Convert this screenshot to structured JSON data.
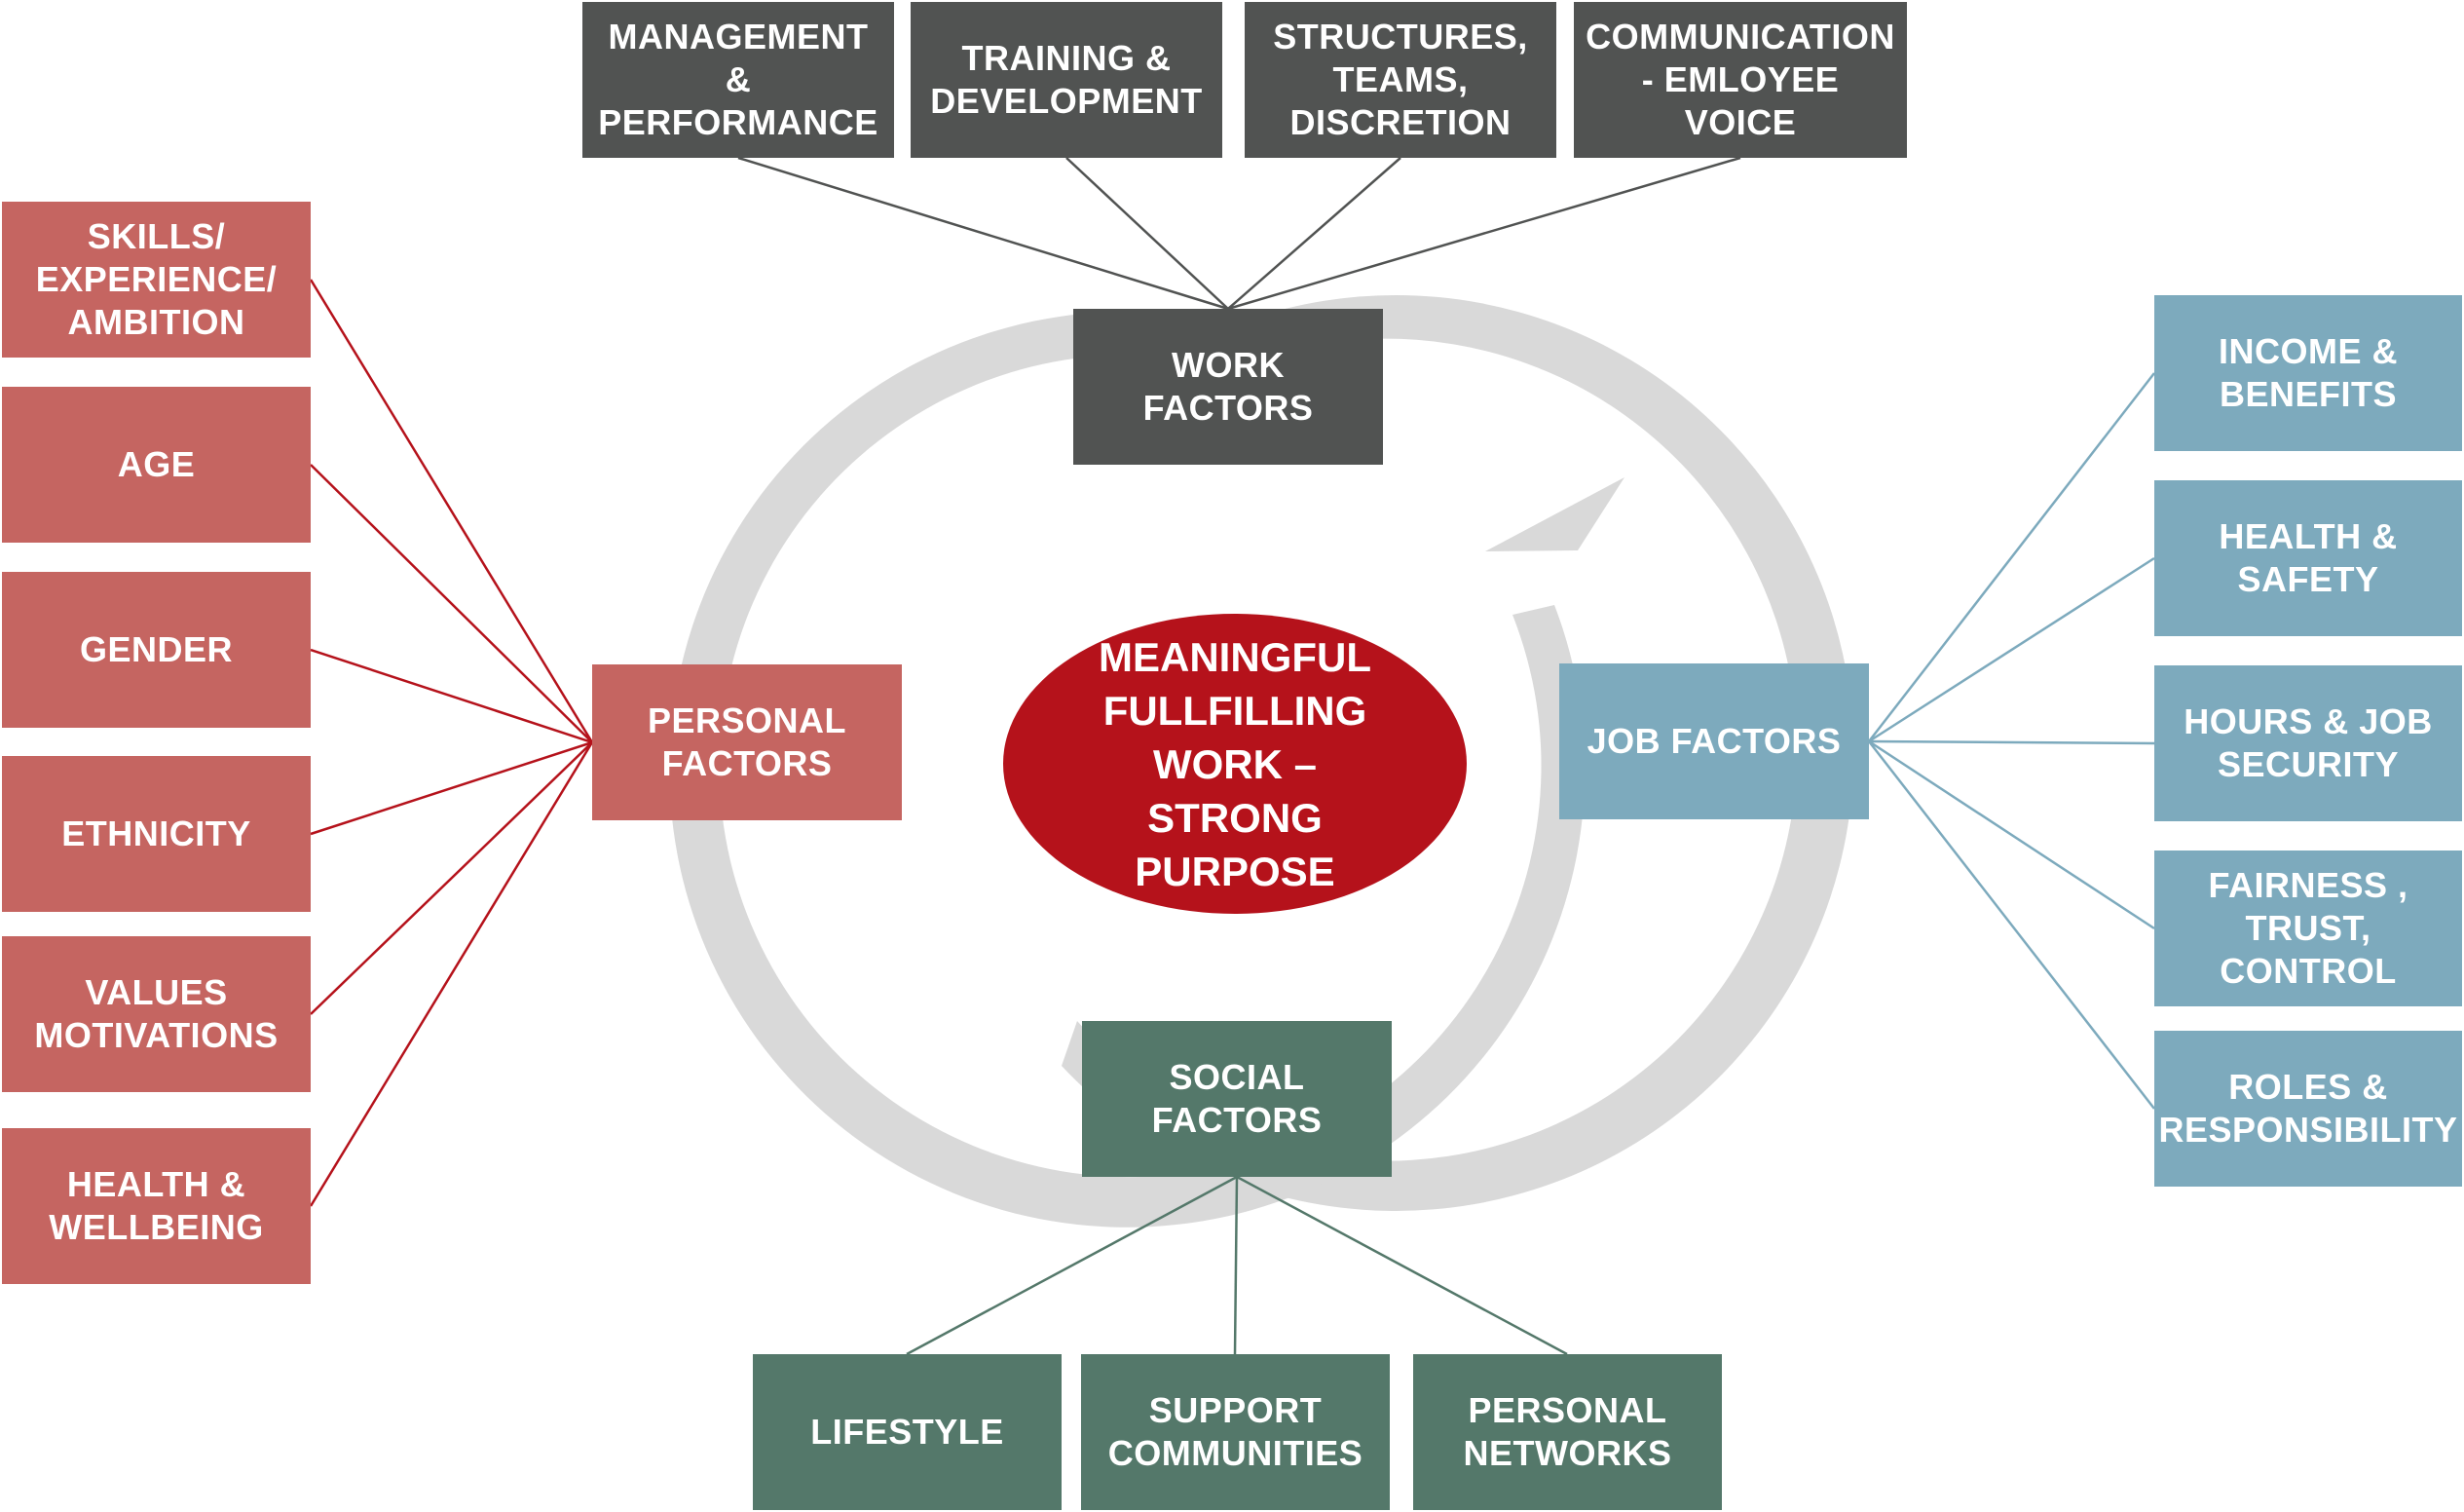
{
  "colors": {
    "work": "#515352",
    "personal": "#c56561",
    "job": "#7daabd",
    "social": "#54786a",
    "center": "#b5121b",
    "personal_line": "#b5121b",
    "work_line": "#515352",
    "job_line": "#7daabd",
    "social_line": "#54786a",
    "cycle": "#d9d9d9"
  },
  "center": {
    "label": "MEANINGFUL\nFULLFILLING\nWORK –\nSTRONG\nPURPOSE"
  },
  "work": {
    "hub": "WORK\nFACTORS",
    "items": [
      "MANAGEMENT &\nPERFORMANCE",
      "TRAINING &\nDEVELOPMENT",
      "STRUCTURES,\nTEAMS,\nDISCRETION",
      "COMMUNICATION\n- EMLOYEE VOICE"
    ]
  },
  "personal": {
    "hub": "PERSONAL\nFACTORS",
    "items": [
      "SKILLS/\nEXPERIENCE/\nAMBITION",
      "AGE",
      "GENDER",
      "ETHNICITY",
      "VALUES\nMOTIVATIONS",
      "HEALTH &\nWELLBEING"
    ]
  },
  "job": {
    "hub": "JOB FACTORS",
    "items": [
      "INCOME &\nBENEFITS",
      "HEALTH  &\nSAFETY",
      "HOURS & JOB\nSECURITY",
      "FAIRNESS ,\nTRUST,\nCONTROL",
      "ROLES &\nRESPONSIBILITY"
    ]
  },
  "social": {
    "hub": "SOCIAL\nFACTORS",
    "items": [
      "LIFESTYLE",
      "SUPPORT\nCOMMUNITIES",
      "PERSONAL\nNETWORKS"
    ]
  }
}
